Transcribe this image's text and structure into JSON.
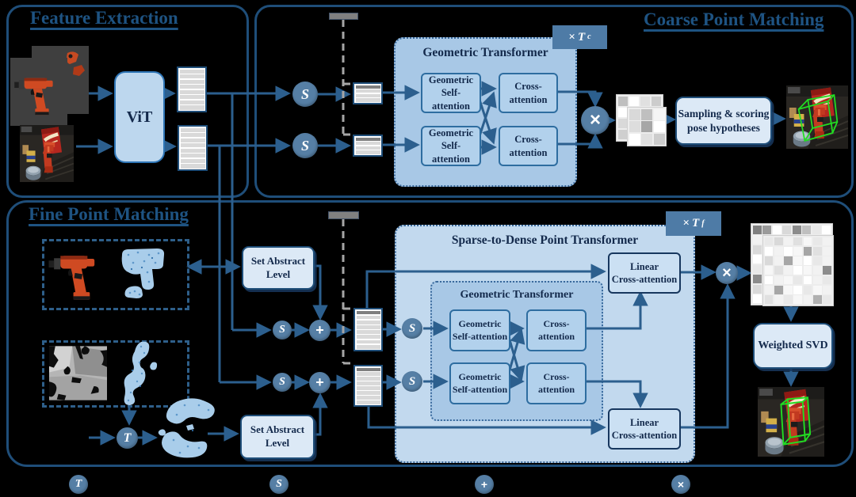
{
  "titles": {
    "feature_extraction": "Feature Extraction",
    "coarse": "Coarse Point Matching",
    "fine": "Fine Point Matching"
  },
  "blocks": {
    "vit": "ViT",
    "geometric_transformer": "Geometric Transformer",
    "gsa_line1": "Geometric",
    "gsa_line2": "Self-attention",
    "ca_line1": "Cross-",
    "ca_line2": "attention",
    "sampling_line1": "Sampling & scoring",
    "sampling_line2": "pose hypotheses",
    "sparse_to_dense": "Sparse-to-Dense Point Transformer",
    "lca_line1": "Linear",
    "lca_line2": "Cross-attention",
    "sal_line1": "Set Abstract",
    "sal_line2": "Level",
    "weighted_svd": "Weighted SVD"
  },
  "badges": {
    "times": "×",
    "t": "T",
    "coarse_sup": "c",
    "fine_sup": "f"
  },
  "ops": {
    "s": "S",
    "t": "T",
    "plus": "+",
    "times": "×"
  },
  "legend": [
    {
      "symbol": "T"
    },
    {
      "symbol": "S"
    },
    {
      "symbol": "+"
    },
    {
      "symbol": "×"
    }
  ],
  "colors": {
    "panel_border": "#1F4E79",
    "arrow": "#2C5F8E",
    "title_blue": "#1E5382",
    "circle_fill": "#567FA5",
    "badge_fill": "#4E7BA6",
    "outer_container": "#C2D9EE",
    "mid_container": "#A8C8E6",
    "inner_box": "#B2D1EC",
    "pale_box": "#DCE9F6",
    "stack_row": "#D9D9D9",
    "stack_dark_row": "#7F7F7F",
    "dash_gray": "#A6A6A6",
    "pointcloud_blue": "#A9CDEA",
    "wireframe_green": "#22DD22"
  },
  "stacks": {
    "feature": 8,
    "coarse": 4,
    "fine": 8
  },
  "matrices": {
    "coarse_back": {
      "cols": 4,
      "cells": [
        "#bfbfbf",
        "#ffffff",
        "#e0e0e0",
        "#cccccc",
        "#ffffff",
        "#d9d9d9",
        "#e8e8e8",
        "#f2f2f2",
        "#d9d9d9",
        "#eeeeee",
        "#ffffff",
        "#e0e0e0",
        "#cfcfcf",
        "#ffffff",
        "#e8e8e8",
        "#d9d9d9"
      ]
    },
    "coarse_front": {
      "cols": 3,
      "cells": [
        "#d9d9d9",
        "#bfbfbf",
        "#f5f5f5",
        "#dddddd",
        "#a6a6a6",
        "#ffffff",
        "#ffffff",
        "#e0e0e0",
        "#cccccc"
      ]
    },
    "fine_back": {
      "cols": 8,
      "cells": [
        "#808080",
        "#9a9a9a",
        "#ffffff",
        "#d9d9d9",
        "#8c8c8c",
        "#bfbfbf",
        "#e8e8e8",
        "#ffffff",
        "#f2f2f2",
        "#e8e8e8",
        "#ededed",
        "#f2f2f2",
        "#e8e8e8",
        "#ededed",
        "#f2f2f2",
        "#e8e8e8",
        "#d9d9d9",
        "#ededed",
        "#e8e8e8",
        "#ededed",
        "#f2f2f2",
        "#e8e8e8",
        "#ededed",
        "#f2f2f2",
        "#ffffff",
        "#ededed",
        "#e8e8e8",
        "#f2f2f2",
        "#ededed",
        "#e8e8e8",
        "#ededed",
        "#f2f2f2",
        "#e8e8e8",
        "#f2f2f2",
        "#ededed",
        "#e8e8e8",
        "#f2f2f2",
        "#ededed",
        "#e8e8e8",
        "#ededed",
        "#8c8c8c",
        "#e8e8e8",
        "#f2f2f2",
        "#ededed",
        "#f2f2f2",
        "#e8e8e8",
        "#f2f2f2",
        "#ededed",
        "#d9d9d9",
        "#f2f2f2",
        "#e8e8e8",
        "#ededed",
        "#e8e8e8",
        "#f2f2f2",
        "#ededed",
        "#e8e8e8",
        "#ffffff",
        "#ededed",
        "#f2f2f2",
        "#e8e8e8",
        "#ededed",
        "#f2f2f2",
        "#e8e8e8",
        "#ededed"
      ]
    },
    "fine_front": {
      "cols": 7,
      "cells": [
        "#e8e8e8",
        "#d9d9d9",
        "#f2f2f2",
        "#e0e0e0",
        "#f7f7f7",
        "#e8e8e8",
        "#f2f2f2",
        "#ffffff",
        "#f2f2f2",
        "#ffffff",
        "#f7f7f7",
        "#a6a6a6",
        "#e0e0e0",
        "#f2f2f2",
        "#d9d9d9",
        "#f2f2f2",
        "#a6a6a6",
        "#f7f7f7",
        "#ffffff",
        "#e8e8e8",
        "#f2f2f2",
        "#f7f7f7",
        "#e0e0e0",
        "#f2f2f2",
        "#ffffff",
        "#f7f7f7",
        "#f2f2f2",
        "#8c8c8c",
        "#ffffff",
        "#f2f2f2",
        "#f7f7f7",
        "#e8e8e8",
        "#ffffff",
        "#f2f2f2",
        "#e8e8e8",
        "#f2f2f2",
        "#a6a6a6",
        "#f7f7f7",
        "#ffffff",
        "#e8e8e8",
        "#f7f7f7",
        "#f2f2f2",
        "#e0e0e0",
        "#f2f2f2",
        "#e8e8e8",
        "#f7f7f7",
        "#f2f2f2",
        "#b0b0b0",
        "#e8e8e8"
      ]
    }
  }
}
